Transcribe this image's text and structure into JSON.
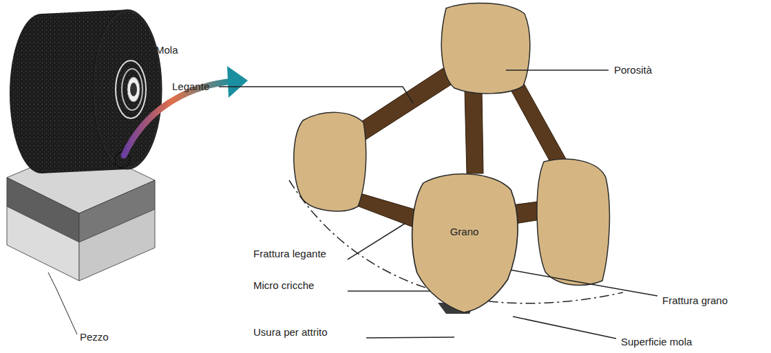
{
  "diagram": {
    "nodes": [
      {
        "text": [
          "Grano"
        ]
      }
    ],
    "labels": [
      "Mola",
      "Pezzo",
      "Legante",
      "Porosità",
      "Frattura legante",
      "Micro cricche",
      "Usura per attrito",
      "Frattura grano",
      "Superficie mola"
    ]
  }
}
